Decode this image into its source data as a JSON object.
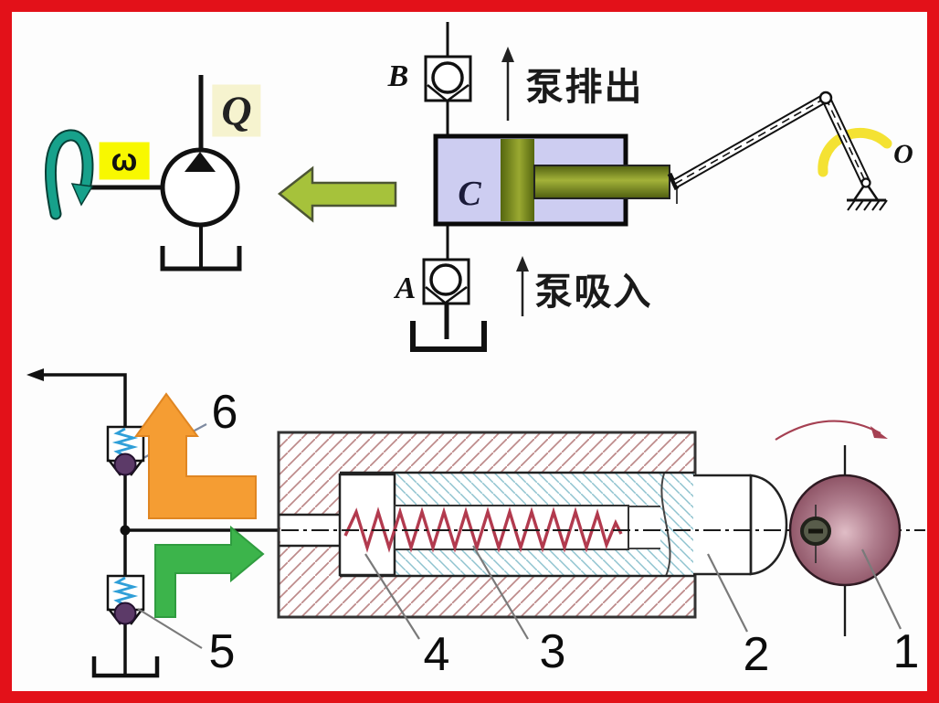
{
  "frame": {
    "border_color": "#e31119"
  },
  "pump_symbol": {
    "flow_label": "Q",
    "speed_label": "ω"
  },
  "schematic": {
    "valve_top_label": "B",
    "valve_bottom_label": "A",
    "cylinder_label": "C",
    "discharge_label": "泵排出",
    "suction_label": "泵吸入",
    "pivot_label": "O"
  },
  "cross_section": {
    "part_labels": {
      "n1": "1",
      "n2": "2",
      "n3": "3",
      "n4": "4",
      "n5": "5",
      "n6": "6"
    }
  },
  "colors": {
    "flow_arrow_olive": "#a6c23b",
    "outlet_arrow_orange": "#f59d33",
    "inlet_arrow_green": "#3cb44b",
    "rotation_arrow_teal": "#17a18b",
    "crank_arrow_yellow": "#f4e233",
    "highlight_yellow": "#f8f800",
    "cylinder_lavender": "#cdcdf1",
    "piston_olive": "#7a8a1f",
    "housing_hatch_red": "#bd8a8a",
    "plunger_hatch_cyan": "#8fc3cf",
    "spring_red": "#b23a4e",
    "eccentric_ball_maroon": "#9c5b6e",
    "valve_ball_purple": "#5c3a68",
    "valve_spring_blue": "#2f9fd8"
  }
}
